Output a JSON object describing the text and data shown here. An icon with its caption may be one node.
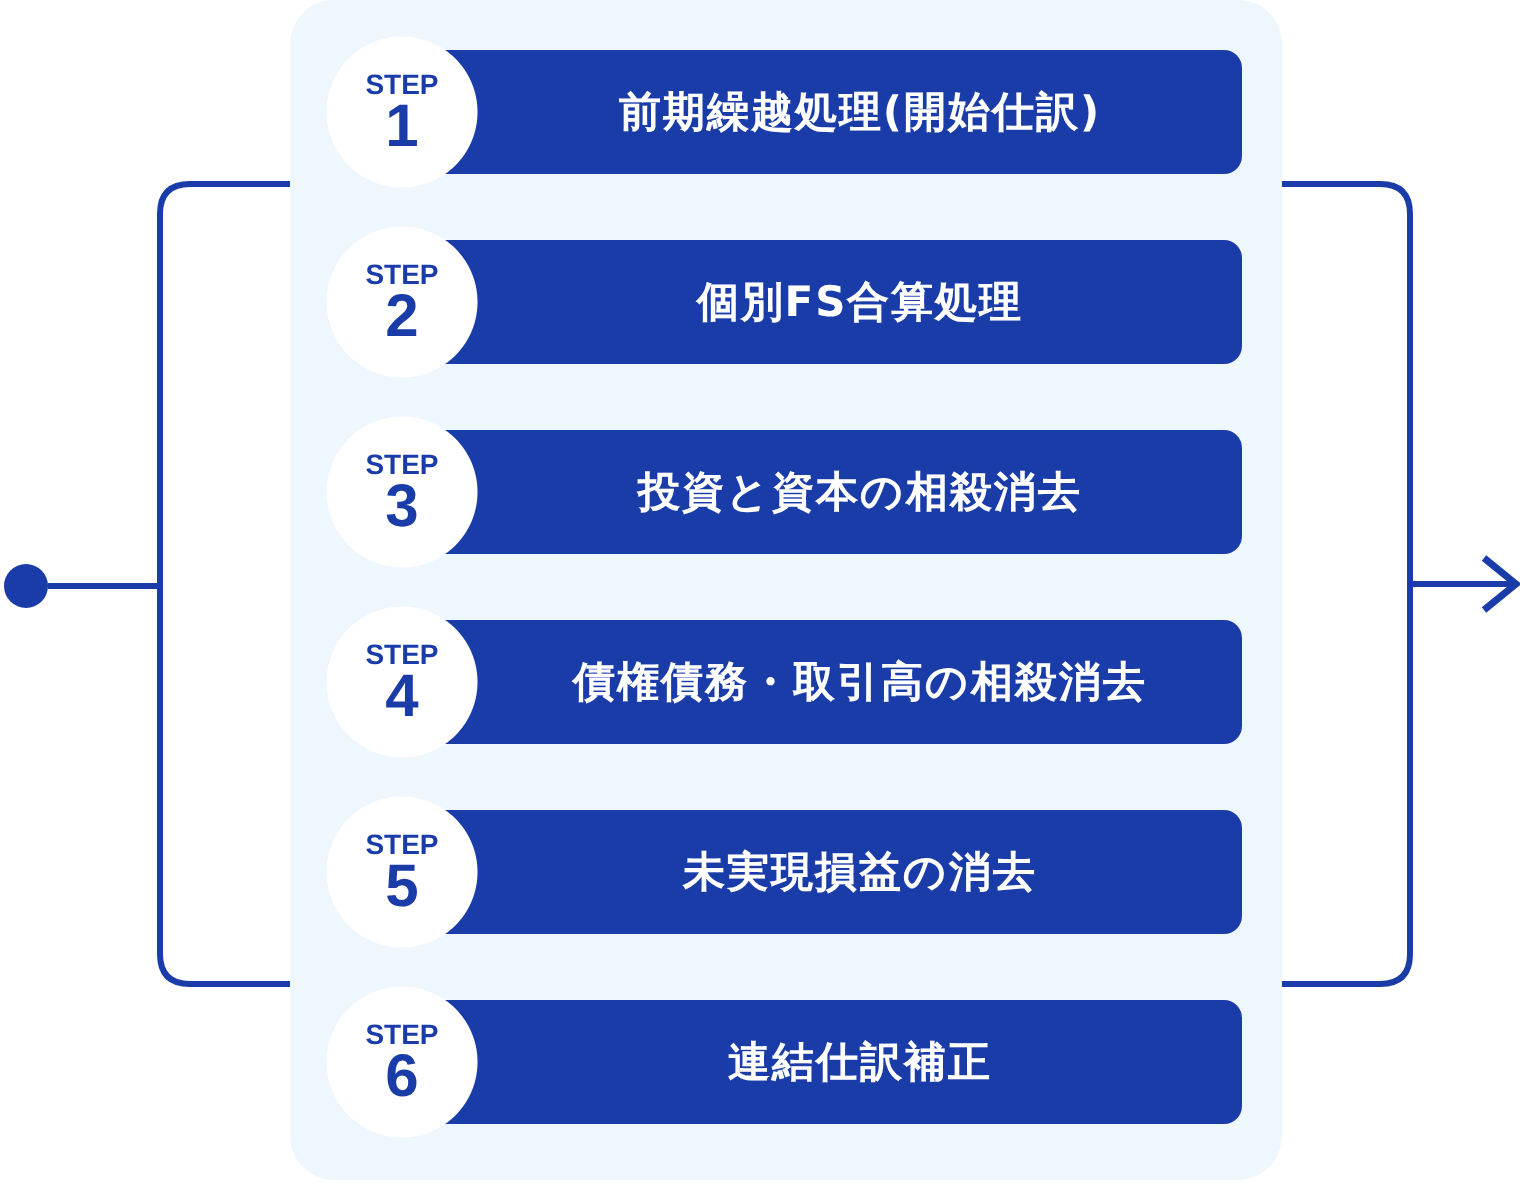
{
  "diagram": {
    "nodes": [
      {
        "text": [],
        "shape": "circle"
      },
      {
        "text": [],
        "shape": "box"
      },
      {
        "text": [
          "STEP",
          "1"
        ],
        "in": 1
      },
      {
        "text": [
          "前期繰越処理(開始仕訳)"
        ],
        "in": 1
      },
      {
        "text": [
          "STEP",
          "2"
        ],
        "in": 1
      },
      {
        "text": [
          "個別FS合算処理"
        ],
        "in": 1
      },
      {
        "text": [
          "STEP",
          "3"
        ],
        "in": 1
      },
      {
        "text": [
          "投資と資本の相殺消去"
        ],
        "in": 1
      },
      {
        "text": [
          "STEP",
          "4"
        ],
        "in": 1
      },
      {
        "text": [
          "債権債務・取引高の相殺消去"
        ],
        "in": 1
      },
      {
        "text": [
          "STEP",
          "5"
        ],
        "in": 1
      },
      {
        "text": [
          "未実現損益の消去"
        ],
        "in": 1
      },
      {
        "text": [
          "STEP",
          "6"
        ],
        "in": 1
      },
      {
        "text": [
          "連結仕訳補正"
        ],
        "in": 1
      }
    ],
    "edges": [
      {
        "from": 0,
        "to": 1,
        "arrow": "none"
      },
      {
        "from": 1,
        "to": null,
        "arrow": "to"
      }
    ]
  }
}
